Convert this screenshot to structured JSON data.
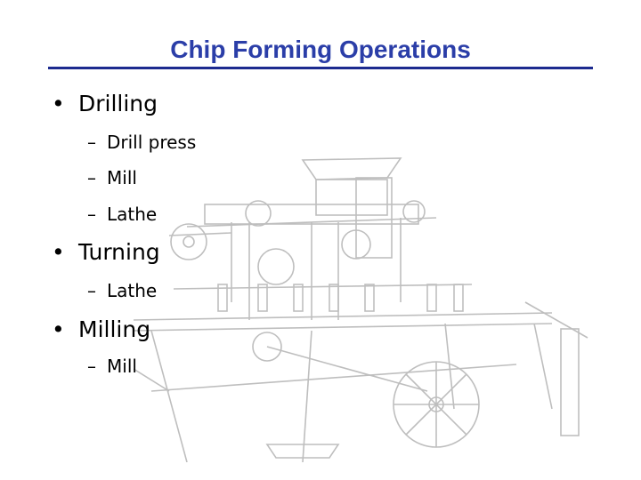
{
  "slide": {
    "title": "Chip Forming Operations",
    "accent_color": "#2b3ea8",
    "rule_color": "#1c2a8f",
    "bullet_glyph": "•",
    "sub_glyph": "–",
    "items": [
      {
        "label": "Drilling",
        "children": [
          "Drill press",
          "Mill",
          "Lathe"
        ]
      },
      {
        "label": "Turning",
        "children": [
          "Lathe"
        ]
      },
      {
        "label": "Milling",
        "children": [
          "Mill"
        ]
      }
    ],
    "background_image": "faded-machine-patent-drawing"
  }
}
